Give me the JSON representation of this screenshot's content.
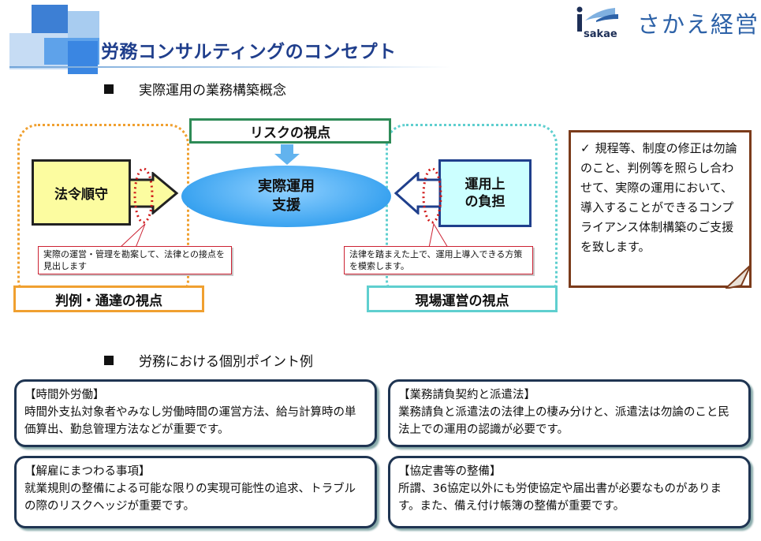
{
  "header": {
    "title": "労務コンサルティングのコンセプト",
    "logo_text": "さかえ経営",
    "logo_brand": "sakae"
  },
  "section1": {
    "title": "実際運用の業務構築概念"
  },
  "diagram": {
    "center": "実際運用\n支援",
    "top_label": "リスクの視点",
    "left_box": "法令順守",
    "right_box": "運用上\nの負担",
    "left_bottom_label": "判例・通達の視点",
    "right_bottom_label": "現場運営の視点",
    "left_note": "実際の運営・管理を勘案して、法律との接点を見出します",
    "right_note": "法律を踏まえた上で、運用上導入できる方策を模索します。"
  },
  "side_note": {
    "check": "✓",
    "text": "規程等、制度の修正は勿論のこと、判例等を照らし合わせて、実際の運用において、導入することができるコンプライアンス体制構築のご支援を致します。"
  },
  "section2": {
    "title": "労務における個別ポイント例"
  },
  "points": [
    {
      "title": "【時間外労働】",
      "body": "時間外支払対象者やみなし労働時間の運営方法、給与計算時の単価算出、勤怠管理方法などが重要です。"
    },
    {
      "title": "【業務請負契約と派遣法】",
      "body": "業務請負と派遣法の法律上の棲み分けと、派遣法は勿論のこと民法上での運用の認識が必要です。"
    },
    {
      "title": "【解雇にまつわる事項】",
      "body": "就業規則の整備による可能な限りの実現可能性の追求、トラブルの際のリスクヘッジが重要です。"
    },
    {
      "title": "【協定書等の整備】",
      "body": "所謂、36協定以外にも労使協定や届出書が必要なものがあります。また、備え付け帳簿の整備が重要です。"
    }
  ],
  "colors": {
    "title_blue": "#1f3e8c",
    "orange": "#f0a030",
    "teal": "#5fcfcf",
    "green": "#2e8b57",
    "yellow_fill": "#fcfca0",
    "cyan_fill": "#ccffff",
    "navy": "#1f3552",
    "brown": "#7b3b1b"
  }
}
